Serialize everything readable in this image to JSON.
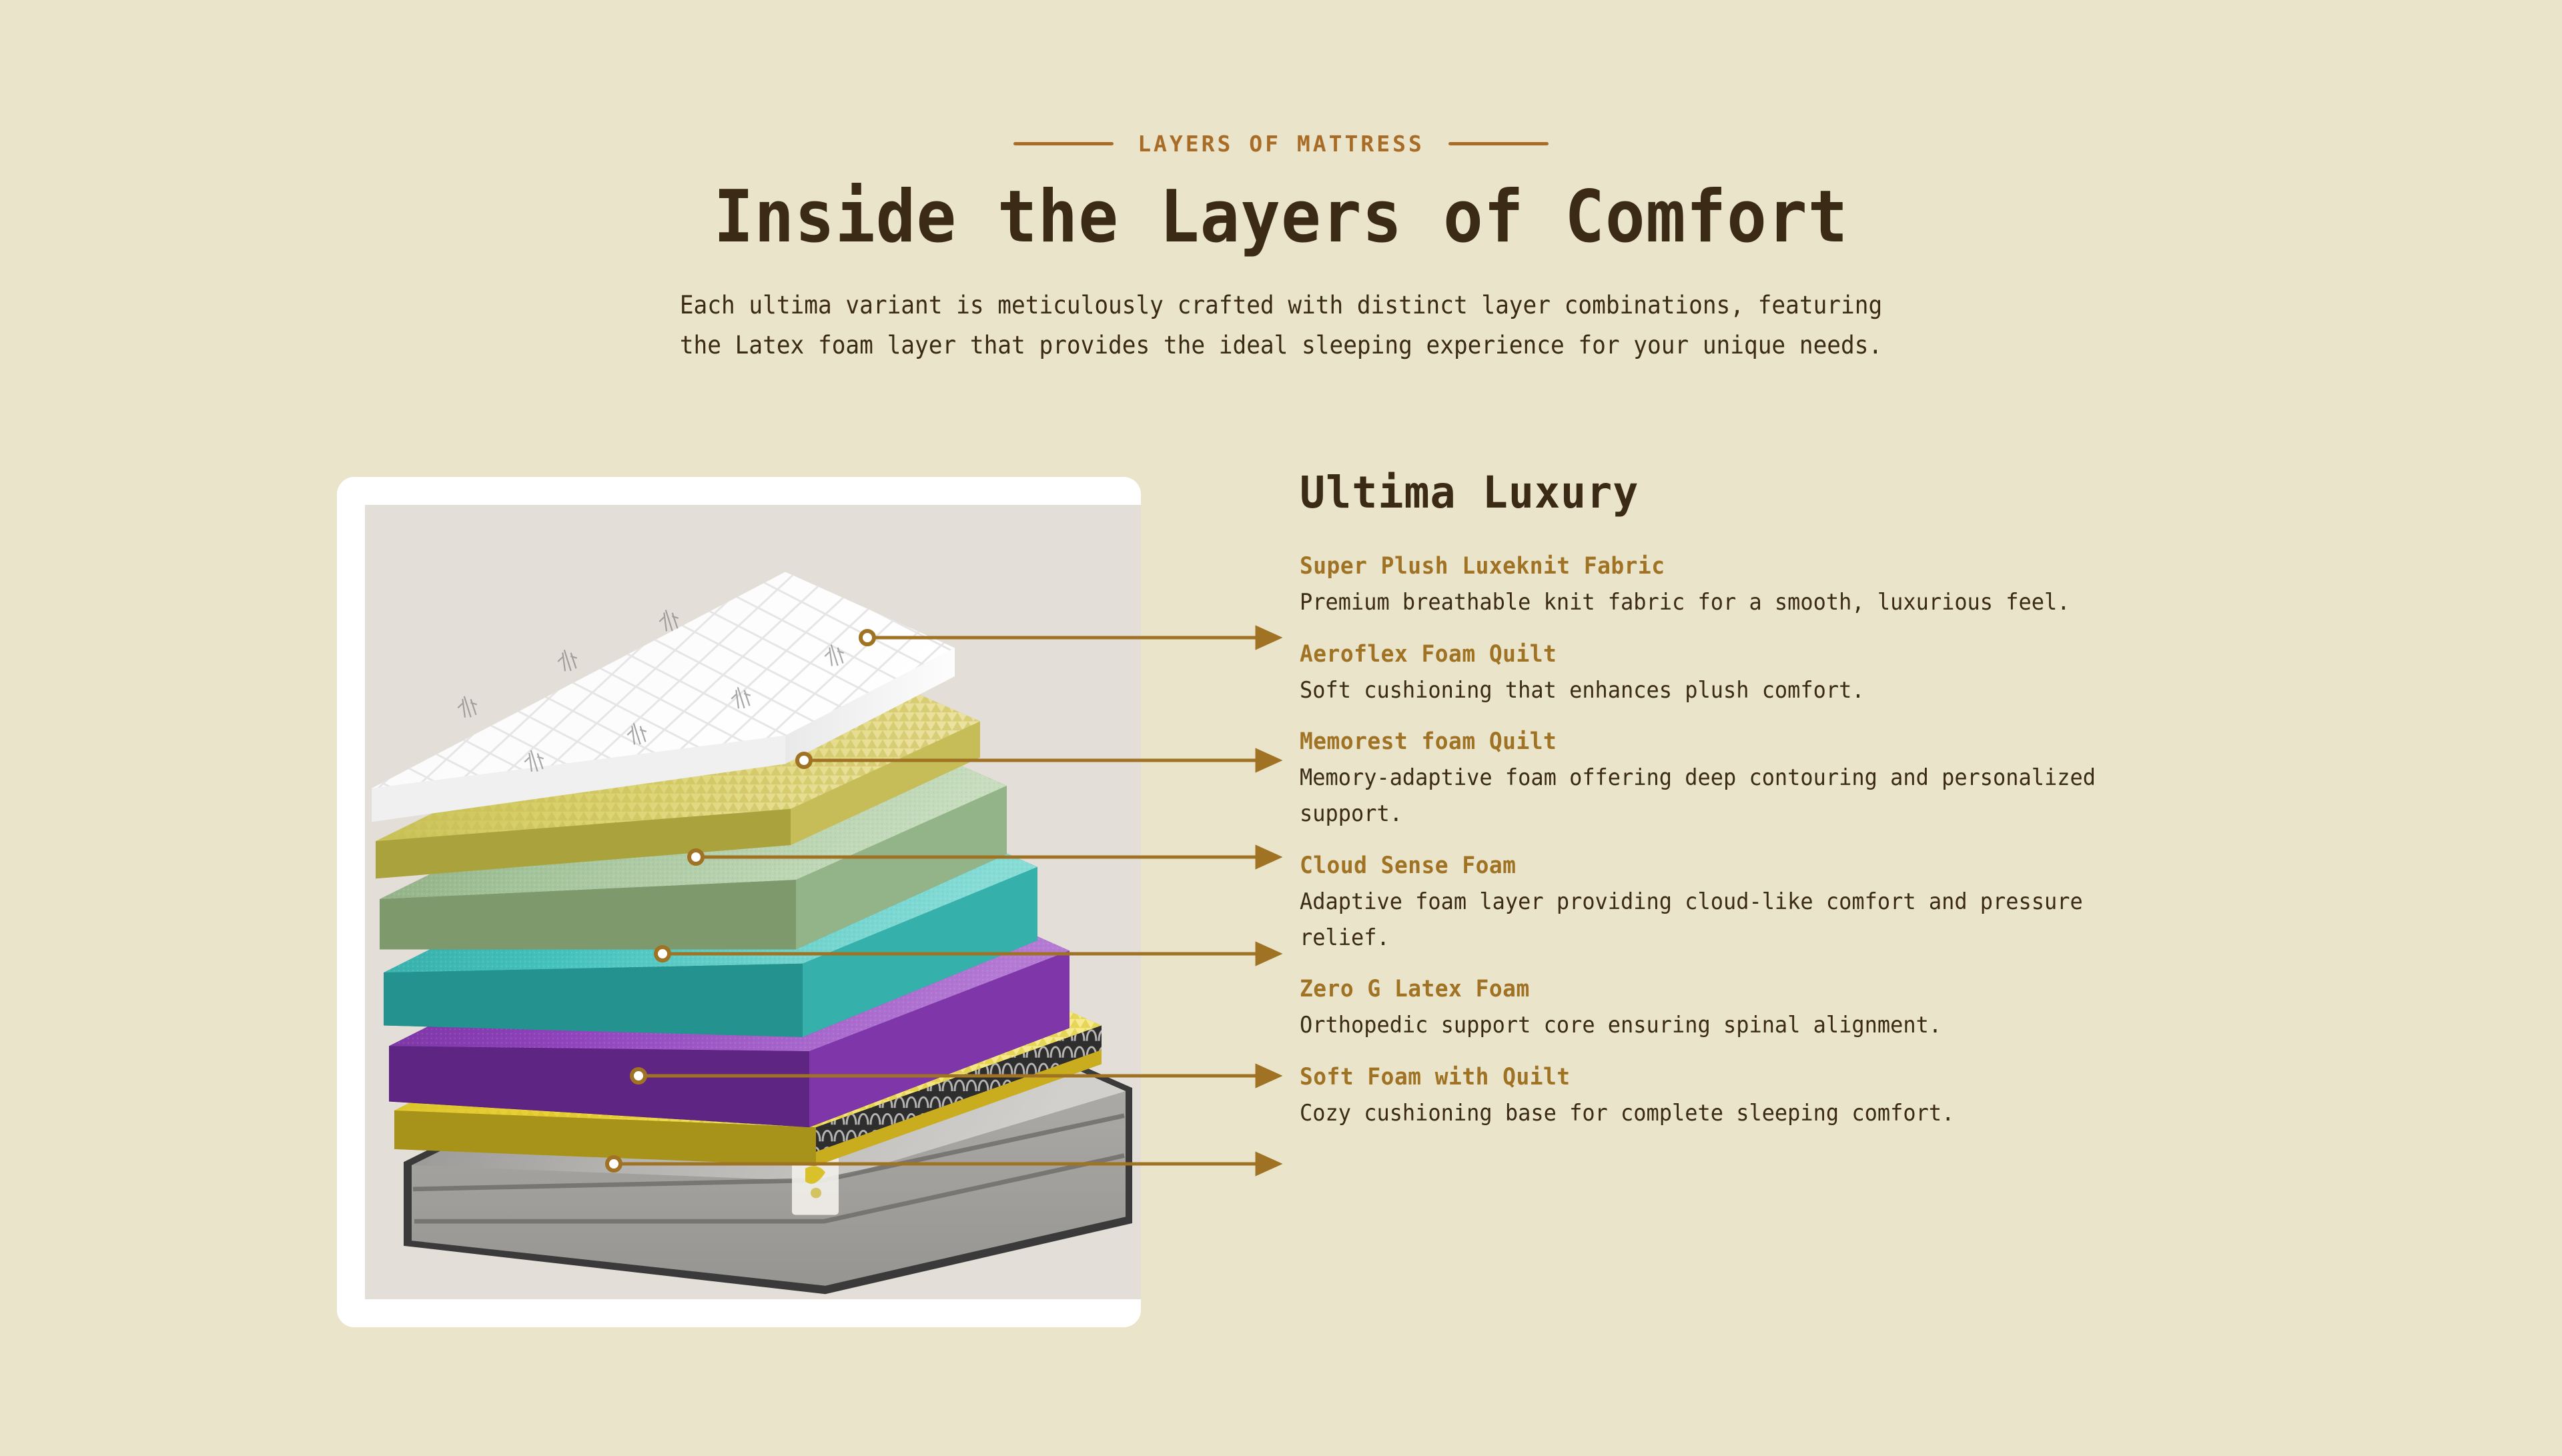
{
  "header": {
    "eyebrow": "LAYERS OF MATTRESS",
    "title": "Inside the Layers of Comfort",
    "subtitle_line1": "Each ultima variant is meticulously crafted with distinct layer combinations, featuring",
    "subtitle_line2": "the Latex foam layer that provides the ideal sleeping experience for your unique needs."
  },
  "colors": {
    "page_background": "#eae4ca",
    "accent_brown": "#a96c26",
    "layer_title": "#a07223",
    "body_text": "#3b2a16",
    "card_background": "#ffffff",
    "image_background": "#e3dfd8",
    "connector_line": "#a07223"
  },
  "product": {
    "name": "Ultima Luxury",
    "image_alt": "Cutaway view of layered mattress stack"
  },
  "layers": [
    {
      "name": "Super Plush Luxeknit Fabric",
      "description": "Premium breathable knit fabric for a smooth, luxurious feel.",
      "swatch": "#ffffff"
    },
    {
      "name": "Aeroflex Foam Quilt",
      "description": "Soft cushioning that enhances plush comfort.",
      "swatch": "#d6cf63"
    },
    {
      "name": "Memorest foam Quilt",
      "description": "Memory-adaptive foam offering deep contouring and personalized support.",
      "swatch": "#8fc0a0"
    },
    {
      "name": "Cloud Sense Foam",
      "description": "Adaptive foam layer providing cloud-like comfort and pressure relief.",
      "swatch": "#3fc0bd"
    },
    {
      "name": "Zero G Latex Foam",
      "description": "Orthopedic support core ensuring spinal alignment.",
      "swatch": "#8c45b5"
    },
    {
      "name": "Soft Foam with Quilt",
      "description": "Cozy cushioning base for complete sleeping comfort.",
      "swatch": "#e8d13c"
    }
  ]
}
